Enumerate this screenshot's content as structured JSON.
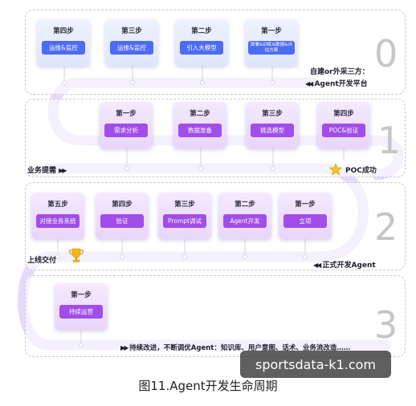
{
  "phases": [
    {
      "number": "0",
      "steps": [
        {
          "step": "第四步",
          "action": "运维&监控"
        },
        {
          "step": "第三步",
          "action": "运维&监控"
        },
        {
          "step": "第二步",
          "action": "引入大模型"
        },
        {
          "step": "第一步",
          "action": "部署&训练&数据&评估方案"
        }
      ],
      "label_lines": [
        "自建or外采三方：",
        "Agent开发平台"
      ]
    },
    {
      "number": "1",
      "steps": [
        {
          "step": "第一步",
          "action": "需求分析"
        },
        {
          "step": "第二步",
          "action": "数据准备"
        },
        {
          "step": "第三步",
          "action": "挑选模型"
        },
        {
          "step": "第四步",
          "action": "POC&验证"
        }
      ],
      "start_label": "业务提需",
      "end_label": "POC成功"
    },
    {
      "number": "2",
      "steps": [
        {
          "step": "第五步",
          "action": "对接业务系统"
        },
        {
          "step": "第四步",
          "action": "验证"
        },
        {
          "step": "第三步",
          "action": "Prompt调试"
        },
        {
          "step": "第二步",
          "action": "Agent开发"
        },
        {
          "step": "第一步",
          "action": "立项"
        }
      ],
      "start_label": "正式开发Agent",
      "end_label": "上线交付"
    },
    {
      "number": "3",
      "steps": [
        {
          "step": "第一步",
          "action": "持续运营"
        }
      ],
      "bottom_label": "持续改进，不断调优Agent：知识库、用户意图、话术、业务流改造……"
    }
  ],
  "caption": "图11.Agent开发生命周期",
  "watermark": "sportsdata-k1.com",
  "colors": {
    "blue": "#4e6cf2",
    "purple": "#a04de9",
    "track": "#e6dcfb"
  },
  "icons": [
    "star-icon",
    "trophy-icon"
  ]
}
